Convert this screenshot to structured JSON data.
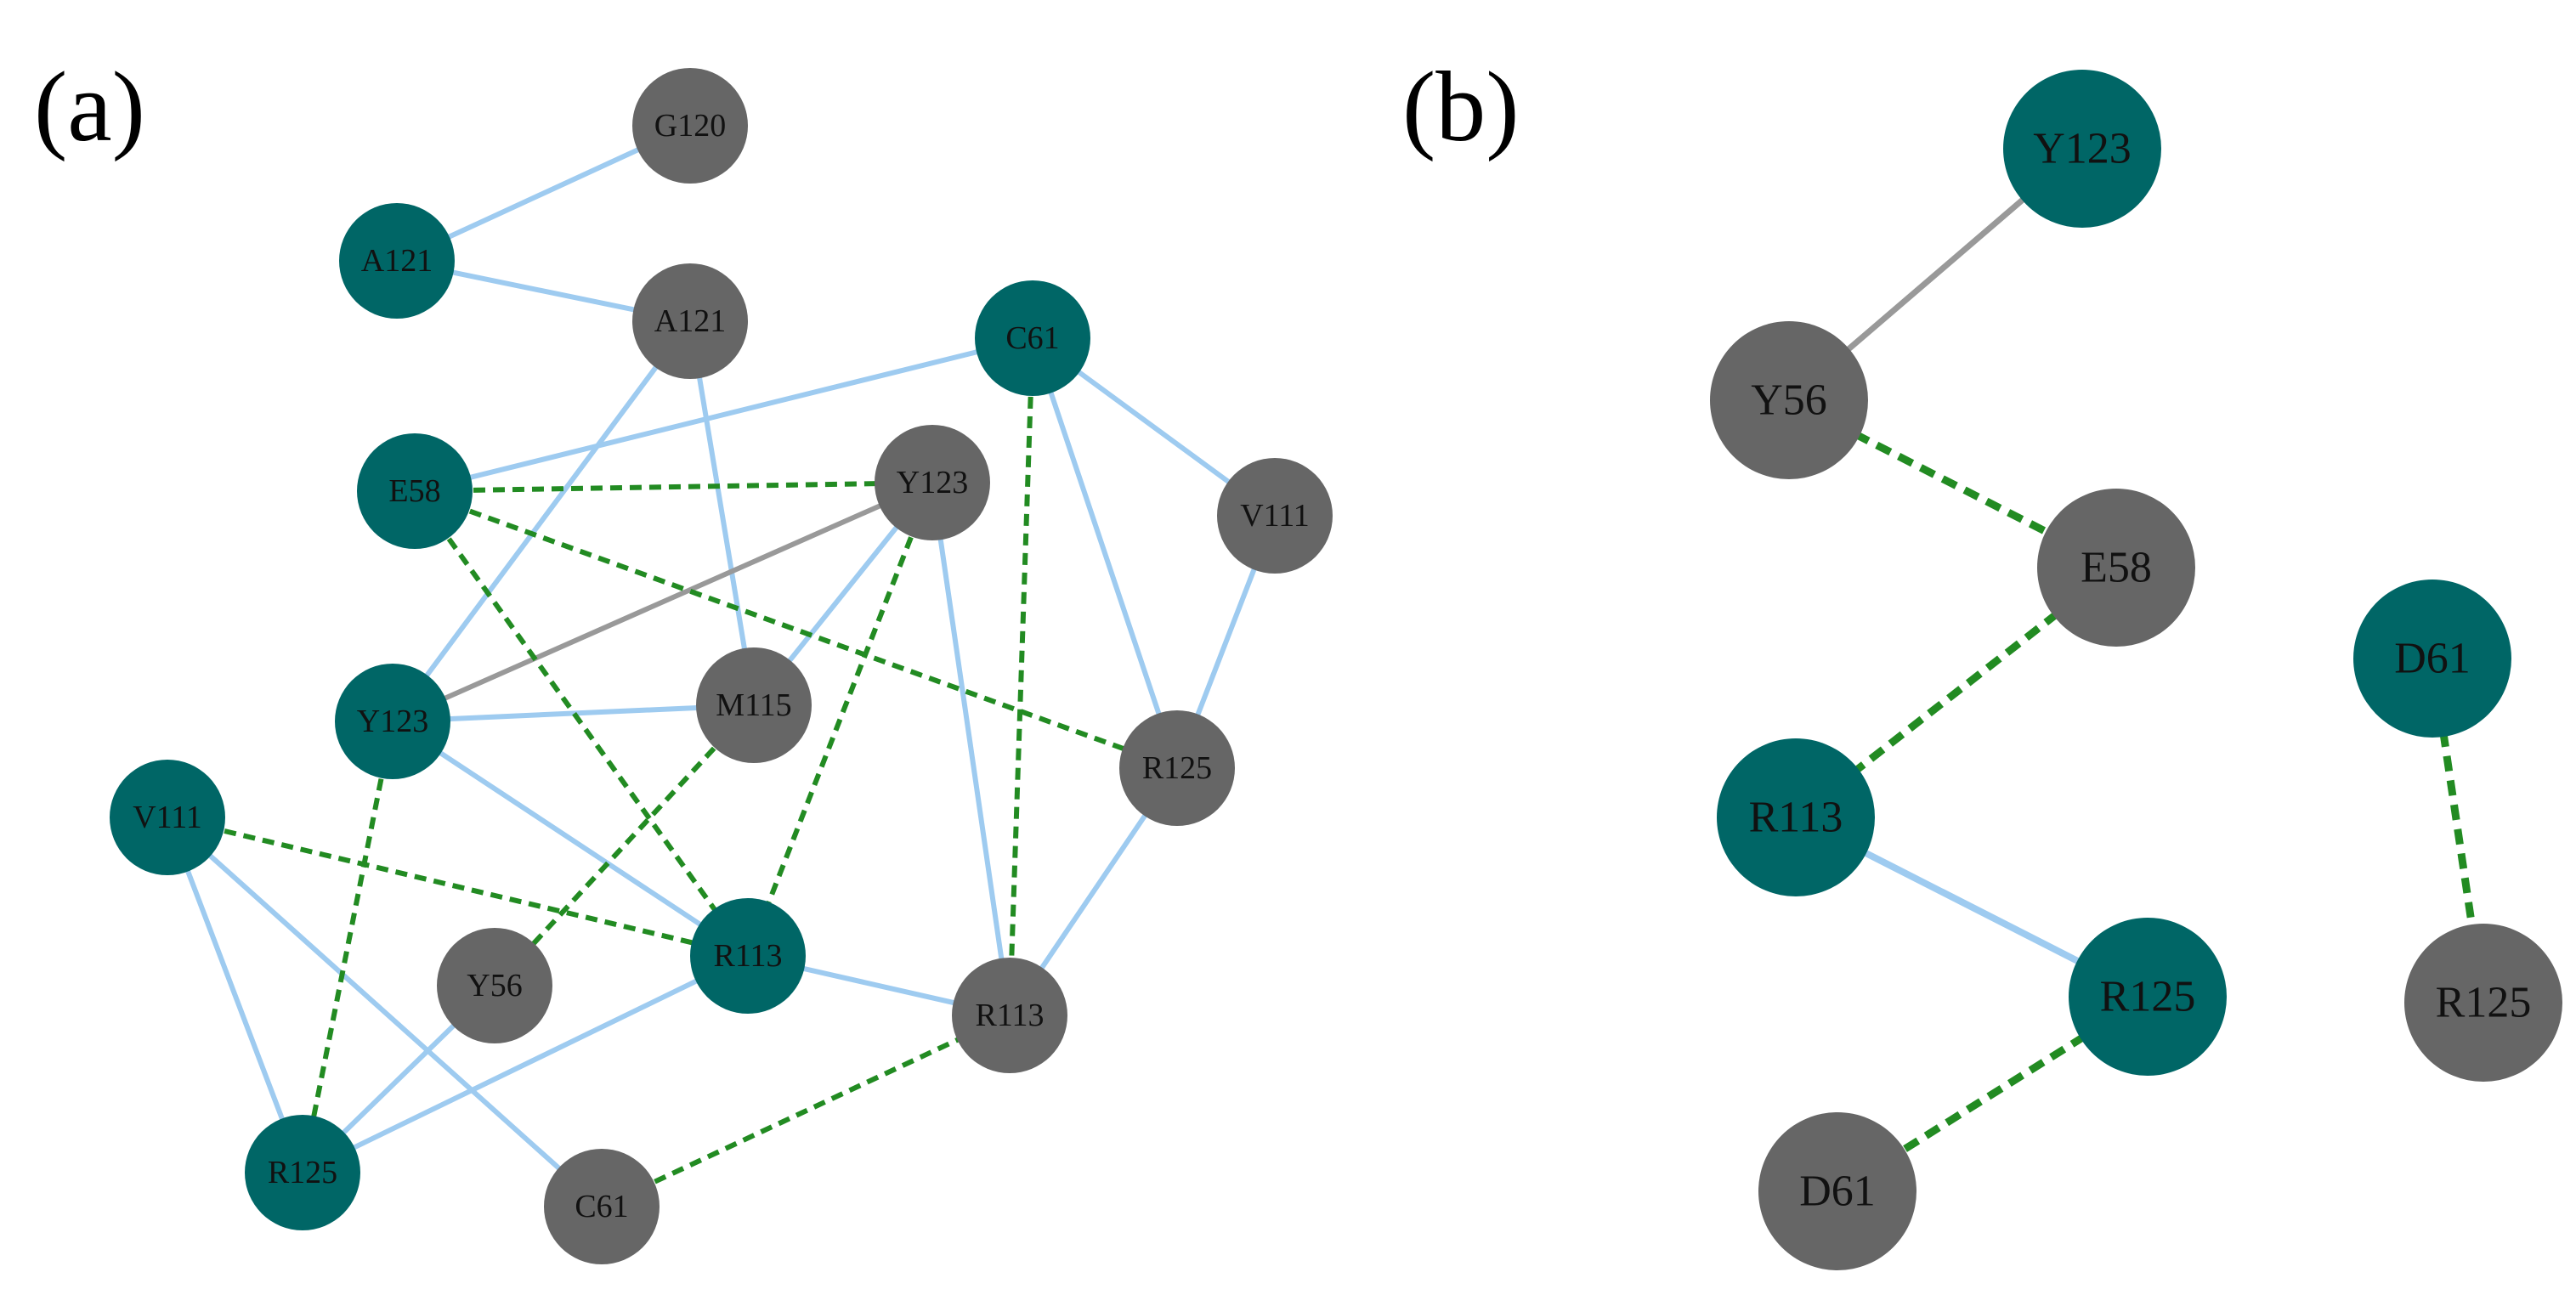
{
  "colors": {
    "teal_node": "#006666",
    "gray_node": "#666666",
    "blue_edge": "#9ecbf0",
    "green_dash": "#228b22",
    "gray_edge": "#999999"
  },
  "panel_a": {
    "label": "(a)",
    "nodes": [
      {
        "id": "a_G120",
        "label": "G120",
        "group": "gray"
      },
      {
        "id": "a_A121t",
        "label": "A121",
        "group": "teal"
      },
      {
        "id": "a_A121g",
        "label": "A121",
        "group": "gray"
      },
      {
        "id": "a_C61t",
        "label": "C61",
        "group": "teal"
      },
      {
        "id": "a_E58",
        "label": "E58",
        "group": "teal"
      },
      {
        "id": "a_Y123g",
        "label": "Y123",
        "group": "gray"
      },
      {
        "id": "a_V111g",
        "label": "V111",
        "group": "gray"
      },
      {
        "id": "a_Y123t",
        "label": "Y123",
        "group": "teal"
      },
      {
        "id": "a_M115",
        "label": "M115",
        "group": "gray"
      },
      {
        "id": "a_R125g",
        "label": "R125",
        "group": "gray"
      },
      {
        "id": "a_V111t",
        "label": "V111",
        "group": "teal"
      },
      {
        "id": "a_R113t",
        "label": "R113",
        "group": "teal"
      },
      {
        "id": "a_Y56",
        "label": "Y56",
        "group": "gray"
      },
      {
        "id": "a_R113g",
        "label": "R113",
        "group": "gray"
      },
      {
        "id": "a_R125t",
        "label": "R125",
        "group": "teal"
      },
      {
        "id": "a_C61g",
        "label": "C61",
        "group": "gray"
      }
    ],
    "edges": [
      {
        "from": "a_G120",
        "to": "a_A121t",
        "style": "blue"
      },
      {
        "from": "a_A121t",
        "to": "a_A121g",
        "style": "blue"
      },
      {
        "from": "a_A121g",
        "to": "a_Y123t",
        "style": "blue"
      },
      {
        "from": "a_A121g",
        "to": "a_M115",
        "style": "blue"
      },
      {
        "from": "a_E58",
        "to": "a_C61t",
        "style": "blue"
      },
      {
        "from": "a_C61t",
        "to": "a_V111g",
        "style": "blue"
      },
      {
        "from": "a_C61t",
        "to": "a_R125g",
        "style": "blue"
      },
      {
        "from": "a_V111g",
        "to": "a_R125g",
        "style": "blue"
      },
      {
        "from": "a_Y123g",
        "to": "a_M115",
        "style": "blue"
      },
      {
        "from": "a_Y123g",
        "to": "a_R113g",
        "style": "blue"
      },
      {
        "from": "a_Y123t",
        "to": "a_M115",
        "style": "blue"
      },
      {
        "from": "a_Y123t",
        "to": "a_R113t",
        "style": "blue"
      },
      {
        "from": "a_R113t",
        "to": "a_R113g",
        "style": "blue"
      },
      {
        "from": "a_R125g",
        "to": "a_R113g",
        "style": "blue"
      },
      {
        "from": "a_V111t",
        "to": "a_R125t",
        "style": "blue"
      },
      {
        "from": "a_V111t",
        "to": "a_C61g",
        "style": "blue"
      },
      {
        "from": "a_R113t",
        "to": "a_R125t",
        "style": "blue"
      },
      {
        "from": "a_Y56",
        "to": "a_R125t",
        "style": "blue"
      },
      {
        "from": "a_Y123t",
        "to": "a_Y123g",
        "style": "gray"
      },
      {
        "from": "a_E58",
        "to": "a_Y123g",
        "style": "dashed"
      },
      {
        "from": "a_E58",
        "to": "a_R113t",
        "style": "dashed"
      },
      {
        "from": "a_E58",
        "to": "a_R125g",
        "style": "dashed"
      },
      {
        "from": "a_C61t",
        "to": "a_R113g",
        "style": "dashed"
      },
      {
        "from": "a_Y123g",
        "to": "a_R113t",
        "style": "dashed"
      },
      {
        "from": "a_Y123t",
        "to": "a_R125t",
        "style": "dashed"
      },
      {
        "from": "a_V111t",
        "to": "a_R113t",
        "style": "dashed"
      },
      {
        "from": "a_M115",
        "to": "a_Y56",
        "style": "dashed"
      },
      {
        "from": "a_C61g",
        "to": "a_R113g",
        "style": "dashed"
      }
    ]
  },
  "panel_b": {
    "label": "(b)",
    "nodes": [
      {
        "id": "b_Y123",
        "label": "Y123",
        "group": "teal"
      },
      {
        "id": "b_Y56",
        "label": "Y56",
        "group": "gray"
      },
      {
        "id": "b_E58",
        "label": "E58",
        "group": "gray"
      },
      {
        "id": "b_D61t",
        "label": "D61",
        "group": "teal"
      },
      {
        "id": "b_R113",
        "label": "R113",
        "group": "teal"
      },
      {
        "id": "b_R125t",
        "label": "R125",
        "group": "teal"
      },
      {
        "id": "b_R125g",
        "label": "R125",
        "group": "gray"
      },
      {
        "id": "b_D61g",
        "label": "D61",
        "group": "gray"
      }
    ],
    "edges": [
      {
        "from": "b_Y123",
        "to": "b_Y56",
        "style": "gray"
      },
      {
        "from": "b_Y56",
        "to": "b_E58",
        "style": "dashed"
      },
      {
        "from": "b_E58",
        "to": "b_R113",
        "style": "dashed"
      },
      {
        "from": "b_R113",
        "to": "b_R125t",
        "style": "blue"
      },
      {
        "from": "b_R125t",
        "to": "b_D61g",
        "style": "dashed"
      },
      {
        "from": "b_D61t",
        "to": "b_R125g",
        "style": "dashed"
      }
    ]
  }
}
